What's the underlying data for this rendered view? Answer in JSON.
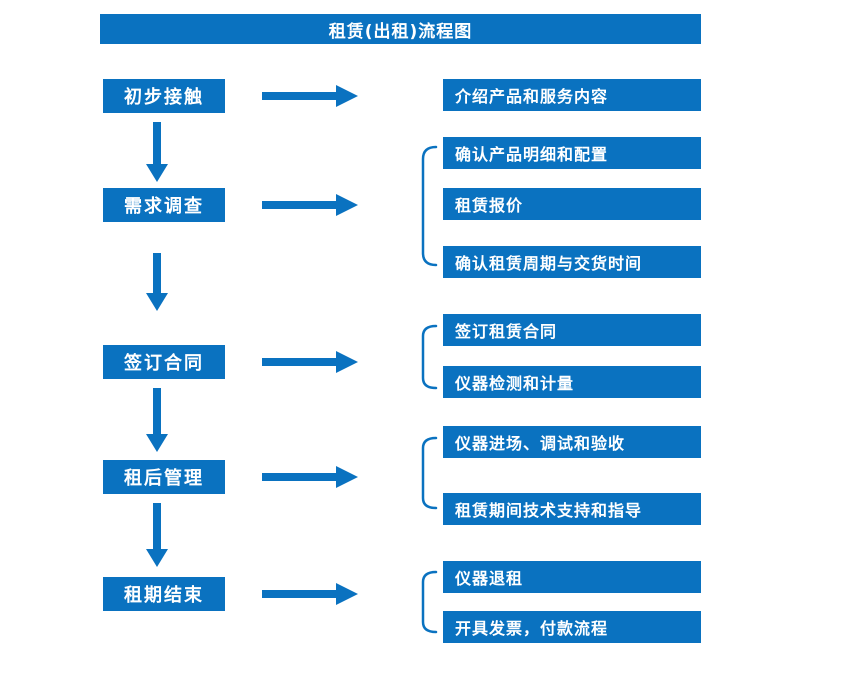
{
  "title": "租赁(出租)流程图",
  "colors": {
    "primary": "#0a72c0",
    "box_text": "#ffffff",
    "background": "#ffffff"
  },
  "stages": [
    {
      "label": "初步接触",
      "outputs": [
        "介绍产品和服务内容"
      ]
    },
    {
      "label": "需求调查",
      "outputs": [
        "确认产品明细和配置",
        "租赁报价",
        "确认租赁周期与交货时间"
      ]
    },
    {
      "label": "签订合同",
      "outputs": [
        "签订租赁合同",
        "仪器检测和计量"
      ]
    },
    {
      "label": "租后管理",
      "outputs": [
        "仪器进场、调试和验收",
        "租赁期间技术支持和指导"
      ]
    },
    {
      "label": "租期结束",
      "outputs": [
        "仪器退租",
        "开具发票，付款流程"
      ]
    }
  ]
}
